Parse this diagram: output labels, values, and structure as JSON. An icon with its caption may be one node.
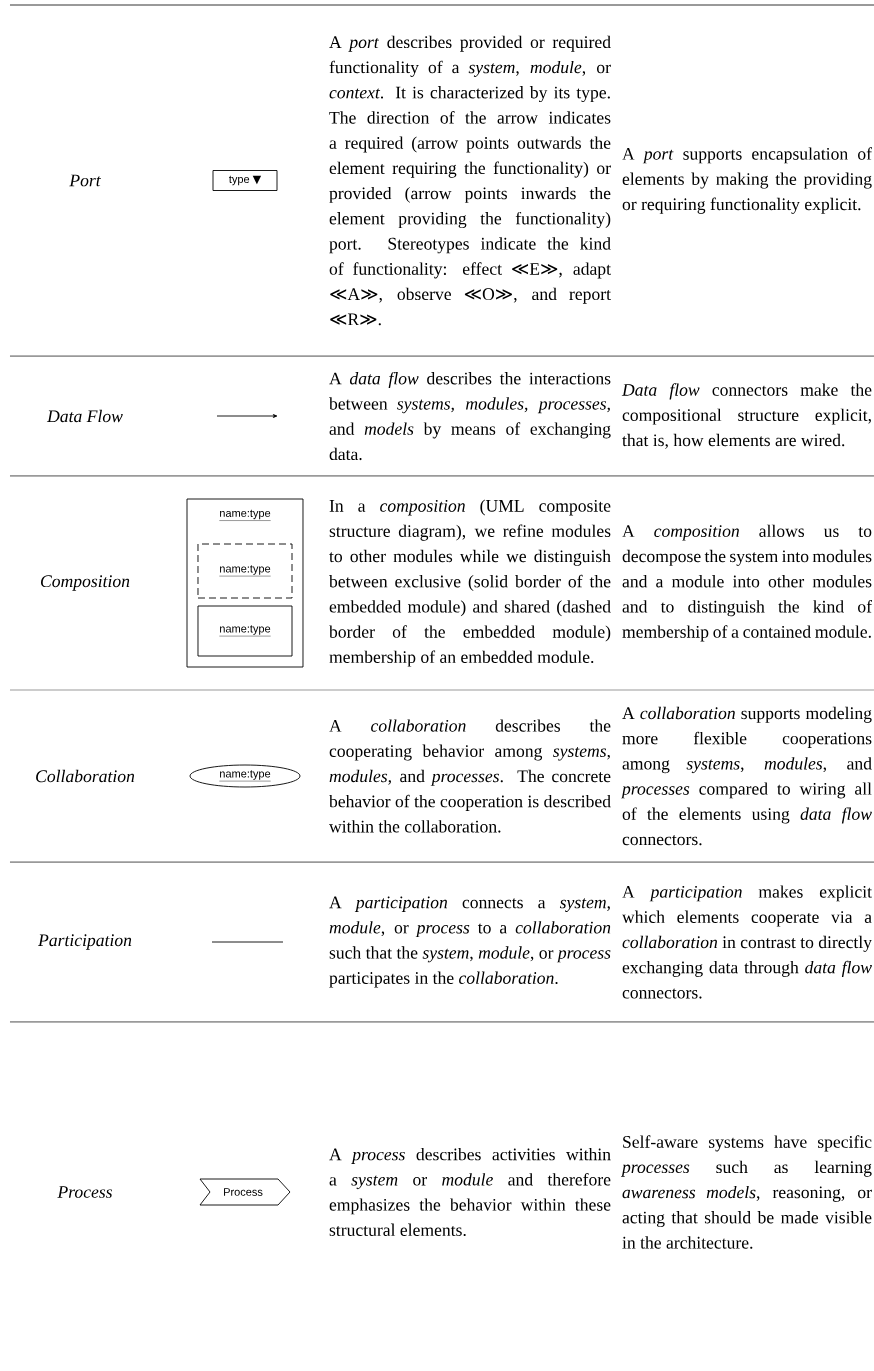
{
  "diagram": {
    "nodes": [
      {
        "text": [
          "type ▼"
        ]
      },
      {
        "text": [
          "name:type"
        ]
      },
      {
        "text": [
          "name:type"
        ],
        "in": 1
      },
      {
        "text": [
          "name:type"
        ],
        "in": 1
      },
      {
        "text": [
          "name:type"
        ]
      },
      {
        "text": [
          "Process"
        ]
      }
    ],
    "labels": [
      "Port",
      "A *port* describes provided or required functionality of a *system*, *module*, or *context*. It is characterized by its type. The direction of the arrow indicates a required (arrow points outwards the element requiring the functionality) or provided (arrow points inwards the element providing the functionality) port. Stereotypes indicate the kind of functionality: effect ≪E≫, adapt ≪A≫, observe ≪O≫, and report ≪R≫.",
      "A *port* supports encapsulation of elements by making the providing or requiring functionality explicit.",
      "Data Flow",
      "A *data flow* describes the interactions between *systems*, *modules*, *processes*, and *models* by means of exchanging data.",
      "*Data flow* connectors make the compositional structure explicit, that is, how elements are wired.",
      "Composition",
      "In a *composition* (UML composite structure diagram), we refine modules to other modules while we distinguish between exclusive (solid border of the embedded module) and shared (dashed border of the embedded module) membership of an embedded module.",
      "A *composition* allows us to decompose the system into modules and a module into other modules and to distinguish the kind of membership of a contained module.",
      "Collaboration",
      "A *collaboration* describes the cooperating behavior among *systems*, *modules*, and *processes*. The concrete behavior of the cooperation is described within the collaboration.",
      "A *collaboration* supports modeling more flexible cooperations among *systems*, *modules*, and *processes* compared to wiring all of the elements using *data flow* connectors.",
      "Participation",
      "A *participation* connects a *system*, *module*, or *process* to a *collaboration* such that the *system*, *module*, or *process* participates in the *collaboration*.",
      "A *participation* makes explicit which elements cooperate via a *collaboration* in contrast to directly exchanging data through *data flow* connectors.",
      "Process",
      "A *process* describes activities within a *system* or *module* and therefore emphasizes the behavior within these structural elements.",
      "Self-aware systems have specific *processes* such as learning *awareness models*, reasoning, or acting that should be made visible in the architecture."
    ]
  }
}
